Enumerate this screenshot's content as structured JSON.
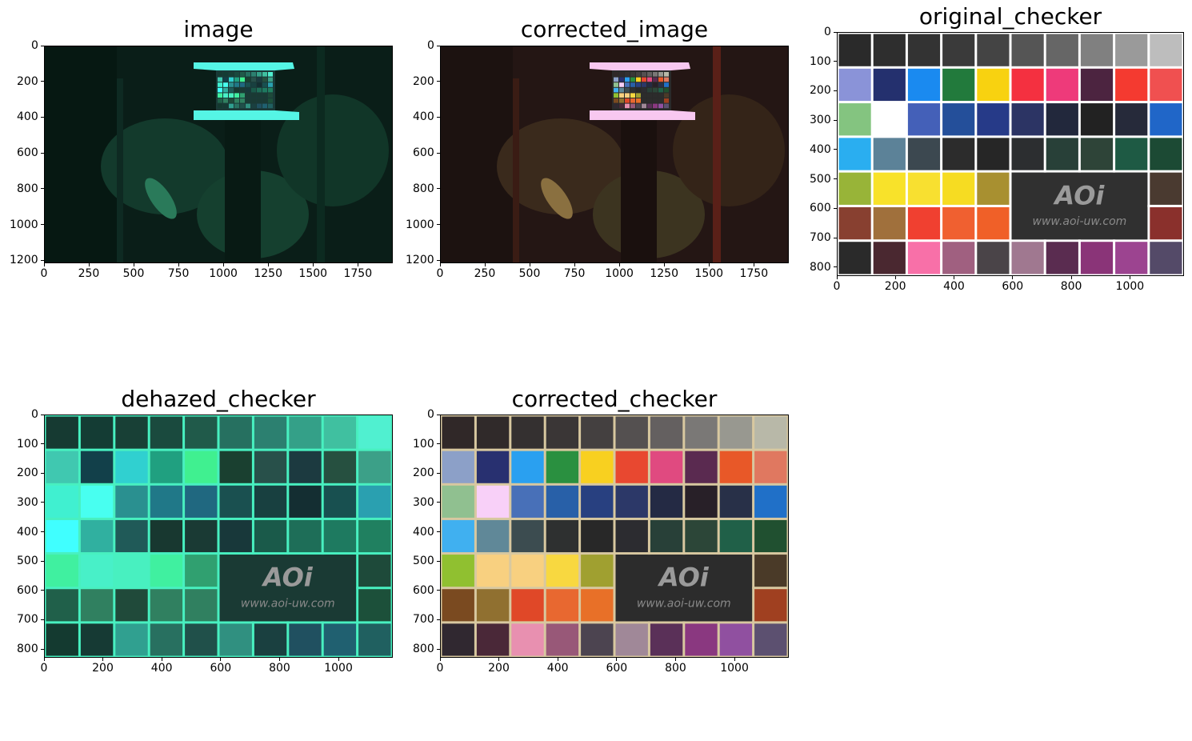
{
  "chart_data": [
    {
      "type": "image",
      "title": "image",
      "xlim": [
        0,
        1944
      ],
      "ylim": [
        1216,
        0
      ],
      "x_ticks": [
        "0",
        "250",
        "500",
        "750",
        "1000",
        "1250",
        "1500",
        "1750"
      ],
      "x_tick_values": [
        0,
        250,
        500,
        750,
        1000,
        1250,
        1500,
        1750
      ],
      "y_ticks": [
        "0",
        "200",
        "400",
        "600",
        "800",
        "1000",
        "1200"
      ],
      "y_tick_values": [
        0,
        200,
        400,
        600,
        800,
        1000,
        1200
      ],
      "tint": "green"
    },
    {
      "type": "image",
      "title": "corrected_image",
      "xlim": [
        0,
        1944
      ],
      "ylim": [
        1216,
        0
      ],
      "x_ticks": [
        "0",
        "250",
        "500",
        "750",
        "1000",
        "1250",
        "1500",
        "1750"
      ],
      "x_tick_values": [
        0,
        250,
        500,
        750,
        1000,
        1250,
        1500,
        1750
      ],
      "y_ticks": [
        "0",
        "200",
        "400",
        "600",
        "800",
        "1000",
        "1200"
      ],
      "y_tick_values": [
        0,
        200,
        400,
        600,
        800,
        1000,
        1200
      ],
      "tint": "natural"
    },
    {
      "type": "image",
      "title": "original_checker",
      "xlim": [
        0,
        1184
      ],
      "ylim": [
        830,
        0
      ],
      "x_ticks": [
        "0",
        "200",
        "400",
        "600",
        "800",
        "1000"
      ],
      "x_tick_values": [
        0,
        200,
        400,
        600,
        800,
        1000
      ],
      "y_ticks": [
        "0",
        "100",
        "200",
        "300",
        "400",
        "500",
        "600",
        "700",
        "800"
      ],
      "y_tick_values": [
        0,
        100,
        200,
        300,
        400,
        500,
        600,
        700,
        800
      ],
      "watermark": "www.aoi-uw.com",
      "logo": "AOi",
      "grid_lines": "#ffffff",
      "cells": [
        [
          "#2a2a2a",
          "#2e2e2e",
          "#333333",
          "#3a3a3a",
          "#444444",
          "#555555",
          "#666666",
          "#808080",
          "#9a9a9a",
          "#bdbdbd"
        ],
        [
          "#8a93d8",
          "#24306e",
          "#1a8af0",
          "#227a3c",
          "#f8d210",
          "#f43040",
          "#ee3a7a",
          "#4c2440",
          "#f43a30",
          "#f05050"
        ],
        [
          "#84c480",
          "#ffffff",
          "#4460b8",
          "#244f9a",
          "#263a88",
          "#2c3464",
          "#22283c",
          "#222222",
          "#262a3a",
          "#2066c8"
        ],
        [
          "#2aaef0",
          "#5c8298",
          "#3c4850",
          "#2c2c2c",
          "#262626",
          "#2c2e30",
          "#284038",
          "#2e4438",
          "#1e5a44",
          "#1c4a34"
        ],
        [
          "#98b438",
          "#f8e22a",
          "#f8e030",
          "#f6dc22",
          "#a89030",
          "#303030",
          "#303030",
          "#303030",
          "#303030",
          "#4a3a30"
        ],
        [
          "#884030",
          "#a0703c",
          "#f04030",
          "#f06030",
          "#f06028",
          "#303030",
          "#303030",
          "#303030",
          "#303030",
          "#8a302c"
        ],
        [
          "#2a2a2a",
          "#4a2830",
          "#f870a8",
          "#a06080",
          "#4a4448",
          "#a07890",
          "#5a2c50",
          "#8a3478",
          "#9c4490",
          "#544a68"
        ]
      ]
    },
    {
      "type": "image",
      "title": "dehazed_checker",
      "xlim": [
        0,
        1184
      ],
      "ylim": [
        830,
        0
      ],
      "x_ticks": [
        "0",
        "200",
        "400",
        "600",
        "800",
        "1000"
      ],
      "x_tick_values": [
        0,
        200,
        400,
        600,
        800,
        1000
      ],
      "y_ticks": [
        "0",
        "100",
        "200",
        "300",
        "400",
        "500",
        "600",
        "700",
        "800"
      ],
      "y_tick_values": [
        0,
        100,
        200,
        300,
        400,
        500,
        600,
        700,
        800
      ],
      "watermark": "www.aoi-uw.com",
      "logo": "AOi",
      "grid_lines": "#48f0c0",
      "cells": [
        [
          "#163a32",
          "#143c34",
          "#184036",
          "#1a4a3e",
          "#205a4a",
          "#267060",
          "#2c8070",
          "#34a088",
          "#40c0a0",
          "#50f0d0"
        ],
        [
          "#40c8b0",
          "#12404a",
          "#30d0d0",
          "#20a080",
          "#40f090",
          "#1a4030",
          "#28504a",
          "#1c3a40",
          "#265040",
          "#3ca088"
        ],
        [
          "#40f0d0",
          "#48fff0",
          "#2a9090",
          "#207888",
          "#206880",
          "#1a5050",
          "#184040",
          "#142e32",
          "#185050",
          "#2aa0b0"
        ],
        [
          "#40ffff",
          "#30b0a0",
          "#205a58",
          "#183830",
          "#1a3a34",
          "#18383a",
          "#1a5a4a",
          "#1e6e58",
          "#1e7a60",
          "#208060"
        ],
        [
          "#40f0a0",
          "#48f0c8",
          "#48f0c0",
          "#40f0a0",
          "#30a070",
          "#1a3a34",
          "#1a3a34",
          "#1a3a34",
          "#1a3a34",
          "#1e4a3a"
        ],
        [
          "#20604a",
          "#308060",
          "#204a3a",
          "#308060",
          "#308060",
          "#1a3a34",
          "#1a3a34",
          "#1a3a34",
          "#1a3a34",
          "#1c503a"
        ],
        [
          "#143a30",
          "#163a34",
          "#30a090",
          "#287060",
          "#20504a",
          "#309080",
          "#1a4040",
          "#205060",
          "#206070",
          "#206060"
        ]
      ]
    },
    {
      "type": "image",
      "title": "corrected_checker",
      "xlim": [
        0,
        1184
      ],
      "ylim": [
        830,
        0
      ],
      "x_ticks": [
        "0",
        "200",
        "400",
        "600",
        "800",
        "1000"
      ],
      "x_tick_values": [
        0,
        200,
        400,
        600,
        800,
        1000
      ],
      "y_ticks": [
        "0",
        "100",
        "200",
        "300",
        "400",
        "500",
        "600",
        "700",
        "800"
      ],
      "y_tick_values": [
        0,
        100,
        200,
        300,
        400,
        500,
        600,
        700,
        800
      ],
      "watermark": "www.aoi-uw.com",
      "logo": "AOi",
      "grid_lines": "#d8c8a0",
      "cells": [
        [
          "#302828",
          "#302a2a",
          "#343030",
          "#3a3636",
          "#444040",
          "#545050",
          "#646060",
          "#7a7876",
          "#989890",
          "#b8b8a8"
        ],
        [
          "#8ca0c8",
          "#283070",
          "#2aa0f0",
          "#2a9040",
          "#f8d020",
          "#e84830",
          "#e04a80",
          "#5a2a50",
          "#e85828",
          "#e07860"
        ],
        [
          "#90c090",
          "#f8d0f8",
          "#4870b8",
          "#2860a8",
          "#284080",
          "#2c3868",
          "#242a44",
          "#282028",
          "#283048",
          "#2070c8"
        ],
        [
          "#40b0f0",
          "#608898",
          "#3c4c50",
          "#2e3030",
          "#282828",
          "#2c2c30",
          "#284038",
          "#2c4638",
          "#206048",
          "#205030"
        ],
        [
          "#90c030",
          "#f8d080",
          "#f8d080",
          "#f8d840",
          "#a0a030",
          "#2c2c2c",
          "#2c2c2c",
          "#2c2c2c",
          "#2c2c2c",
          "#4a3a28"
        ],
        [
          "#7a4a20",
          "#907030",
          "#e04828",
          "#e86830",
          "#e87028",
          "#2c2c2c",
          "#2c2c2c",
          "#2c2c2c",
          "#2c2c2c",
          "#a04020"
        ],
        [
          "#302830",
          "#4a2838",
          "#e890b0",
          "#985878",
          "#4c4450",
          "#a08898",
          "#5a3058",
          "#8a3880",
          "#9050a0",
          "#5c5070"
        ]
      ]
    }
  ]
}
